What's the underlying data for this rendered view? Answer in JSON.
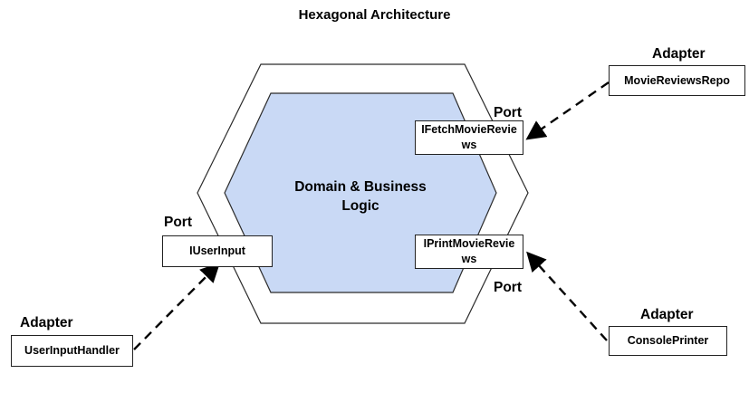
{
  "title": "Hexagonal Architecture",
  "core": {
    "label": "Domain & Business Logic"
  },
  "ports": [
    {
      "heading": "Port",
      "name": "IFetchMovieReviews"
    },
    {
      "heading": "Port",
      "name": "IPrintMovieReviews"
    },
    {
      "heading": "Port",
      "name": "IUserInput"
    }
  ],
  "adapters": [
    {
      "heading": "Adapter",
      "name": "MovieReviewsRepo"
    },
    {
      "heading": "Adapter",
      "name": "ConsolePrinter"
    },
    {
      "heading": "Adapter",
      "name": "UserInputHandler"
    }
  ],
  "colors": {
    "core_fill": "#c9d9f5",
    "outline": "#2b2b2b",
    "arrow": "#000000"
  }
}
